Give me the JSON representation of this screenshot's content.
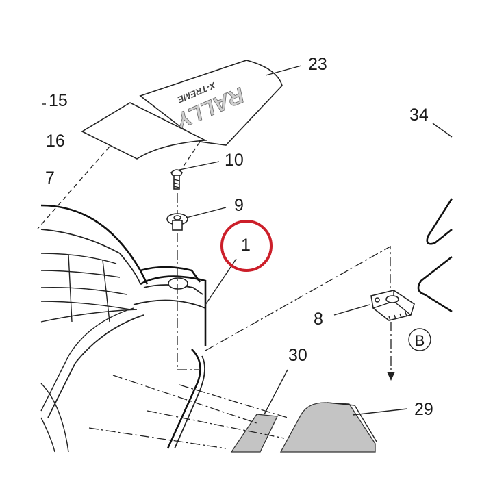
{
  "callouts": {
    "c23": "23",
    "c15": "15",
    "c16": "16",
    "c7": "7",
    "c10": "10",
    "c9": "9",
    "c1": "1",
    "c34": "34",
    "c8": "8",
    "cB": "B",
    "c30": "30",
    "c29": "29"
  },
  "decal_text": {
    "brand_line1": "RALLY",
    "brand_line2": "X-TREME"
  },
  "highlight": {
    "target_callout": "1",
    "ring_color": "#cc1f2a"
  }
}
